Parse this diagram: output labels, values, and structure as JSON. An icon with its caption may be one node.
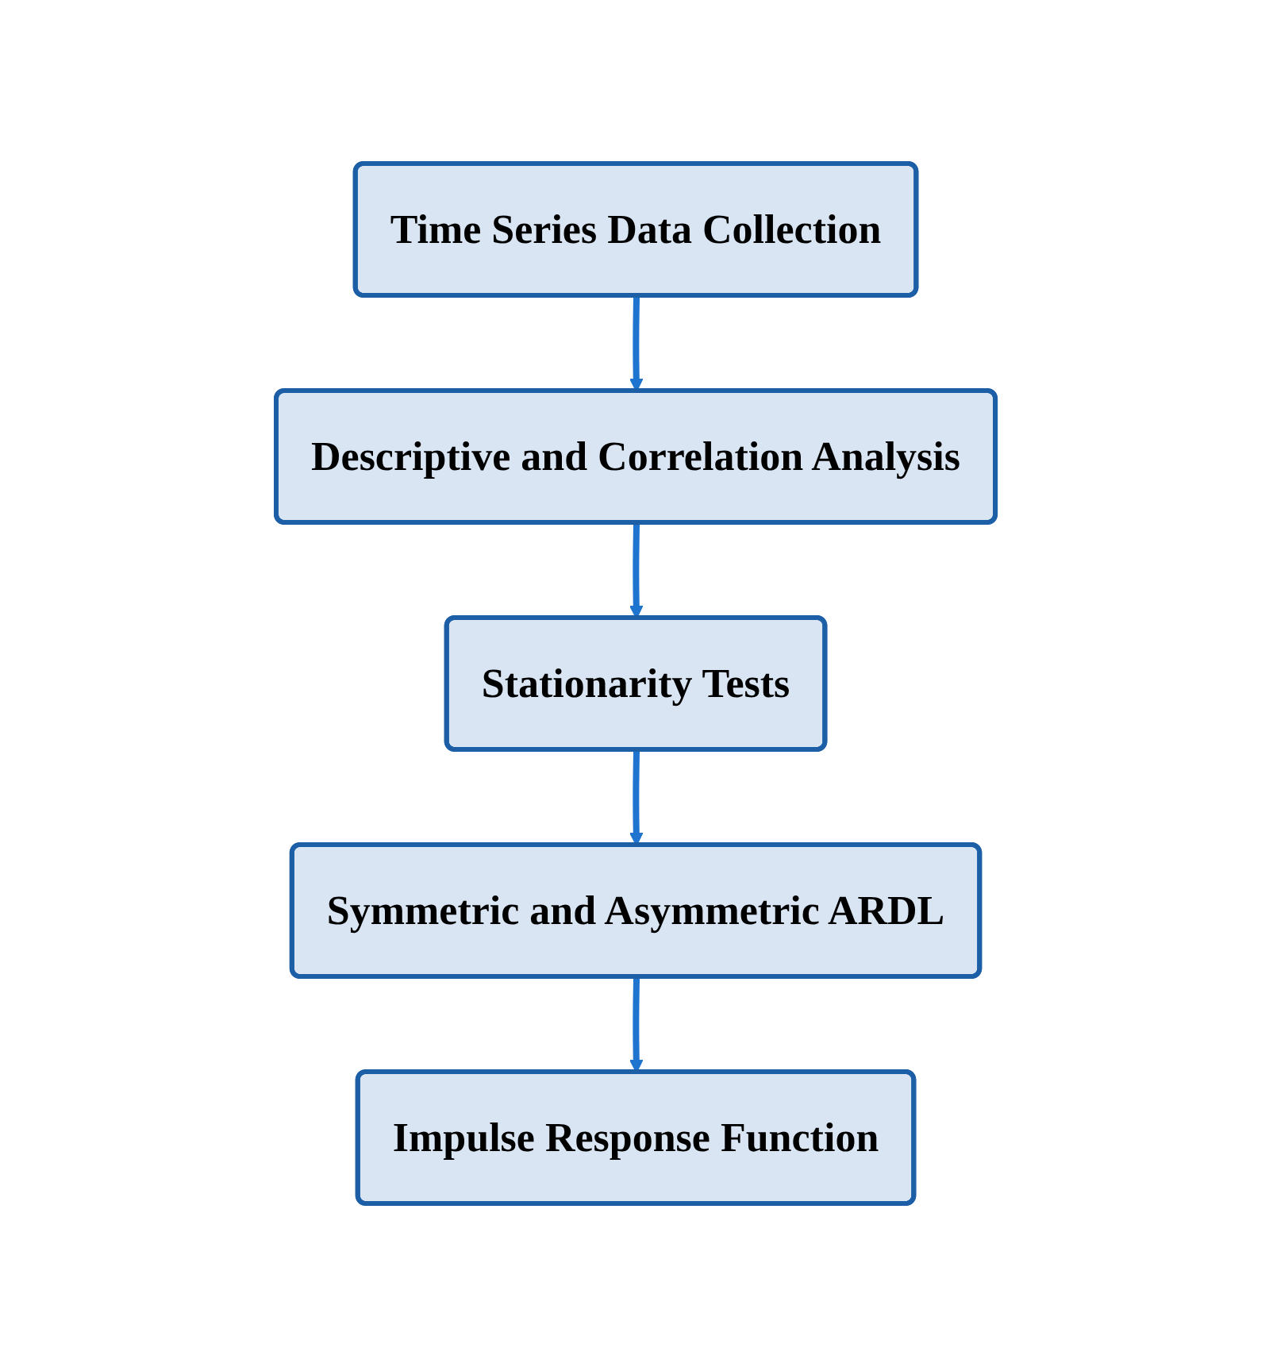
{
  "diagram": {
    "nodes": [
      {
        "text": [
          "Time Series Data Collection"
        ]
      },
      {
        "text": [
          "Descriptive and Correlation Analysis"
        ]
      },
      {
        "text": [
          "Stationarity Tests"
        ]
      },
      {
        "text": [
          "Symmetric and Asymmetric ARDL"
        ]
      },
      {
        "text": [
          "Impulse Response Function"
        ]
      }
    ],
    "edges": [
      {
        "from": 0,
        "to": 1,
        "arrow": "to"
      },
      {
        "from": 1,
        "to": 2,
        "arrow": "to"
      },
      {
        "from": 2,
        "to": 3,
        "arrow": "to"
      },
      {
        "from": 3,
        "to": 4,
        "arrow": "to"
      }
    ]
  }
}
